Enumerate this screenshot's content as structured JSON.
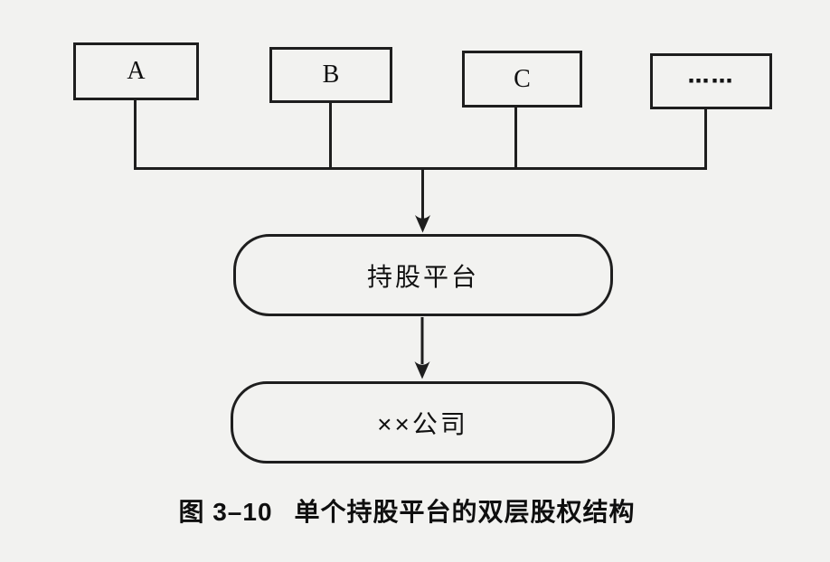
{
  "figure": {
    "type": "flow-diagram",
    "background_color": "#f2f2f0",
    "line_color": "#1e1e1e",
    "shareholders": [
      {
        "label": "A"
      },
      {
        "label": "B"
      },
      {
        "label": "C"
      },
      {
        "label": "……"
      }
    ],
    "platform_node": {
      "label": "持股平台"
    },
    "company_node": {
      "label": "××公司"
    },
    "caption": {
      "number": "图 3–10",
      "title": "单个持股平台的双层股权结构"
    }
  }
}
